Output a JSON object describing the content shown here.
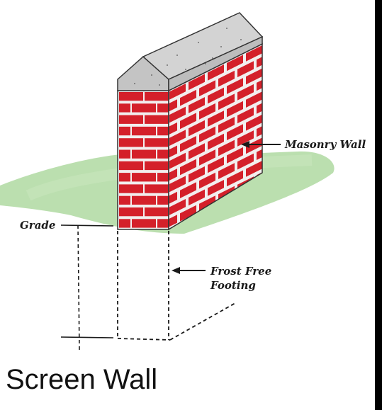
{
  "title": "Screen Wall",
  "labels": {
    "masonry_wall": "Masonry Wall",
    "grade": "Grade",
    "footing_line1": "Frost Free",
    "footing_line2": "Footing"
  },
  "colors": {
    "brick": "#d4202a",
    "mortar": "#f2eeee",
    "cap": "#c4c4c4",
    "cap_top": "#d3d3d3",
    "grass": "#b4dca6",
    "ink": "#1a1a1a",
    "side_border": "#000000"
  }
}
